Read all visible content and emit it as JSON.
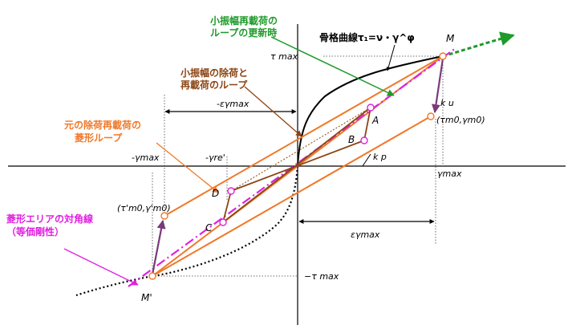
{
  "colors": {
    "orange": "#F07828",
    "green": "#1E9A2A",
    "brown": "#8B4513",
    "magenta": "#E020E0",
    "purple": "#7A3A7A",
    "black": "#000000"
  },
  "annotations": {
    "skeleton": "骨格曲線τ₁=ν・γ^φ",
    "small_reload_1": "小振幅再載荷の",
    "small_reload_2": "ループの更新時",
    "small_unload_1": "小振幅の除荷と",
    "small_unload_2": "再載荷のループ",
    "orig_loop_1": "元の除荷再載荷の",
    "orig_loop_2": "菱形ループ",
    "diag_1": "菱形エリアの対角線",
    "diag_2": "（等価剛性）"
  },
  "labels": {
    "tau_max": "τ max",
    "neg_tau_max": "−τ max",
    "neg_gamma_max": "-γmax",
    "gamma_max": "γmax",
    "gamma_re": "-γre'",
    "eps_gamma_neg": "-εγmax",
    "eps_gamma_pos": "εγmax",
    "k_u": "k u",
    "k_p": "k p",
    "pt_m0": "(τm0,γm0)",
    "pt_m0p": "(τ'm0,γ'm0)"
  },
  "points": {
    "M": "M",
    "Mp": "M'",
    "A": "A",
    "B": "B",
    "C": "C",
    "D": "D"
  }
}
